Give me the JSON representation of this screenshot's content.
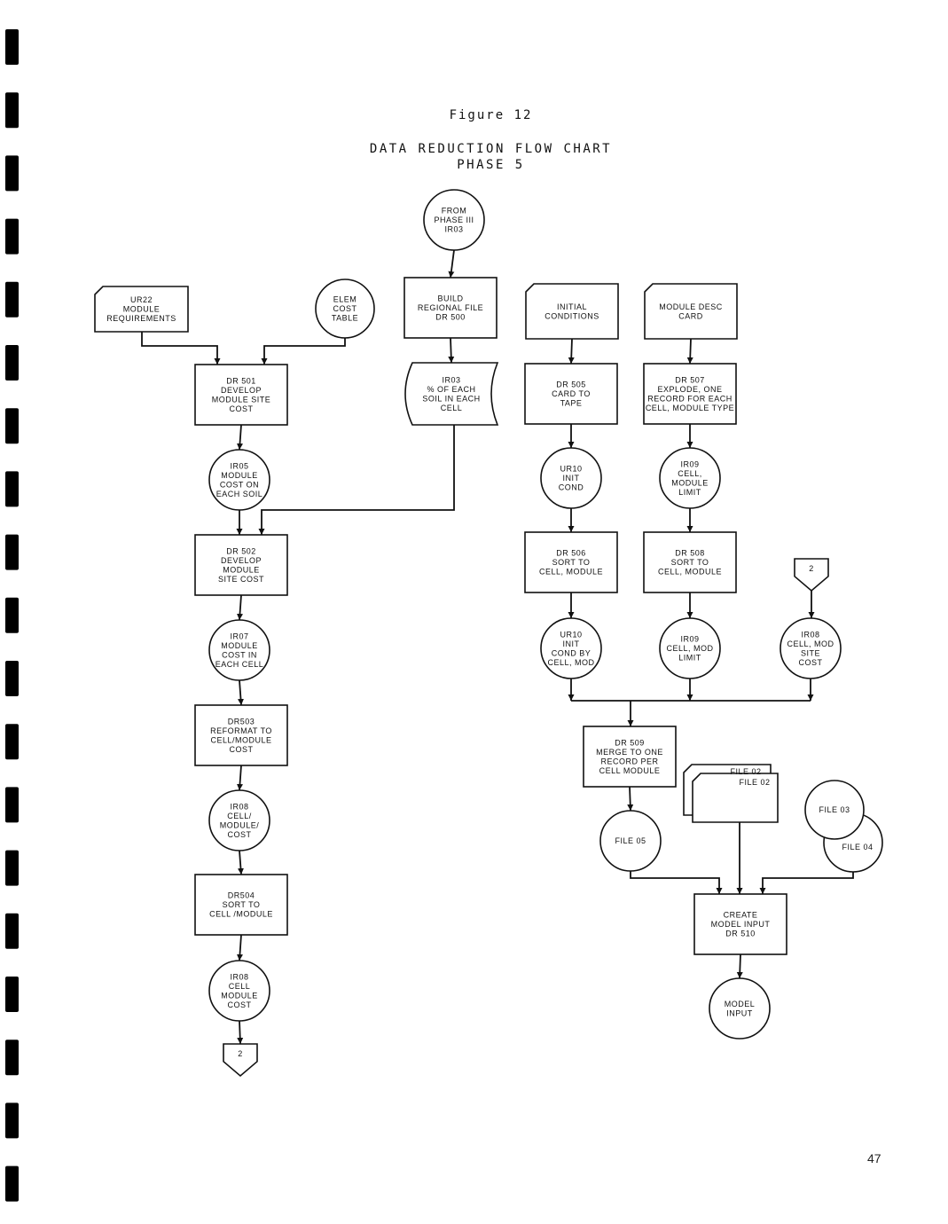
{
  "header": {
    "figure": "Figure 12",
    "title": "DATA REDUCTION FLOW CHART",
    "subtitle": "PHASE 5"
  },
  "page_number": "47",
  "nodes": {
    "ur22": {
      "type": "card",
      "lines": [
        "UR22",
        "MODULE",
        "REQUIREMENTS"
      ]
    },
    "elem_cost": {
      "type": "circle",
      "lines": [
        "ELEM",
        "COST",
        "TABLE"
      ]
    },
    "from_phase3": {
      "type": "circle",
      "lines": [
        "FROM",
        "PHASE III",
        "IR03"
      ]
    },
    "dr500": {
      "type": "process",
      "lines": [
        "BUILD",
        "REGIONAL FILE",
        "DR 500"
      ]
    },
    "ir03": {
      "type": "tape",
      "lines": [
        "IR03",
        "% OF EACH",
        "SOIL IN EACH",
        "CELL"
      ]
    },
    "dr501": {
      "type": "process",
      "lines": [
        "DR 501",
        "DEVELOP",
        "MODULE SITE",
        "COST"
      ]
    },
    "ir05": {
      "type": "circle",
      "lines": [
        "IR05",
        "MODULE",
        "COST ON",
        "EACH SOIL"
      ]
    },
    "dr502": {
      "type": "process",
      "lines": [
        "DR 502",
        "DEVELOP",
        "MODULE",
        "SITE COST"
      ]
    },
    "ir07": {
      "type": "circle",
      "lines": [
        "IR07",
        "MODULE",
        "COST IN",
        "EACH CELL"
      ]
    },
    "dr503": {
      "type": "process",
      "lines": [
        "DR503",
        "REFORMAT TO",
        "CELL/MODULE",
        "COST"
      ]
    },
    "ir08a": {
      "type": "circle",
      "lines": [
        "IR08",
        "CELL/",
        "MODULE/",
        "COST"
      ]
    },
    "dr504": {
      "type": "process",
      "lines": [
        "DR504",
        "SORT TO",
        "CELL /MODULE"
      ]
    },
    "ir08b": {
      "type": "circle",
      "lines": [
        "IR08",
        "CELL",
        "MODULE",
        "COST"
      ]
    },
    "conn_out": {
      "type": "offpage",
      "lines": [
        "2"
      ]
    },
    "initial_cond": {
      "type": "card",
      "lines": [
        "INITIAL",
        "CONDITIONS"
      ]
    },
    "module_desc": {
      "type": "card",
      "lines": [
        "MODULE DESC",
        "CARD"
      ]
    },
    "dr505": {
      "type": "process",
      "lines": [
        "DR 505",
        "CARD TO",
        "TAPE"
      ]
    },
    "dr507": {
      "type": "process",
      "lines": [
        "DR 507",
        "EXPLODE, ONE",
        "RECORD FOR EACH",
        "CELL, MODULE TYPE"
      ]
    },
    "ur10a": {
      "type": "circle",
      "lines": [
        "UR10",
        "INIT",
        "COND"
      ]
    },
    "ir09a": {
      "type": "circle",
      "lines": [
        "IR09",
        "CELL,",
        "MODULE",
        "LIMIT"
      ]
    },
    "dr506": {
      "type": "process",
      "lines": [
        "DR 506",
        "SORT TO",
        "CELL, MODULE"
      ]
    },
    "dr508": {
      "type": "process",
      "lines": [
        "DR 508",
        "SORT TO",
        "CELL, MODULE"
      ]
    },
    "conn_in": {
      "type": "offpage",
      "lines": [
        "2"
      ]
    },
    "ur10b": {
      "type": "circle",
      "lines": [
        "UR10",
        "INIT",
        "COND BY",
        "CELL, MOD"
      ]
    },
    "ir09b": {
      "type": "circle",
      "lines": [
        "IR09",
        "CELL, MOD",
        "LIMIT"
      ]
    },
    "ir08c": {
      "type": "circle",
      "lines": [
        "IR08",
        "CELL, MOD",
        "SITE",
        "COST"
      ]
    },
    "dr509": {
      "type": "process",
      "lines": [
        "DR 509",
        "MERGE TO ONE",
        "RECORD PER",
        "CELL MODULE"
      ]
    },
    "file02": {
      "type": "card-stack",
      "lines": [
        "FILE 02",
        "FILE 02"
      ]
    },
    "file03_04": {
      "type": "circle-pair",
      "lines": [
        "FILE 03",
        "FILE 04"
      ]
    },
    "file05": {
      "type": "circle",
      "lines": [
        "FILE 05"
      ]
    },
    "dr510": {
      "type": "process",
      "lines": [
        "CREATE",
        "MODEL INPUT",
        "DR 510"
      ]
    },
    "model_input": {
      "type": "circle",
      "lines": [
        "MODEL",
        "INPUT"
      ]
    }
  },
  "edges": [
    [
      "from_phase3",
      "dr500"
    ],
    [
      "dr500",
      "ir03"
    ],
    [
      "ur22",
      "dr501"
    ],
    [
      "elem_cost",
      "dr501"
    ],
    [
      "dr501",
      "ir05"
    ],
    [
      "ir05",
      "dr502"
    ],
    [
      "ir03",
      "dr502"
    ],
    [
      "dr502",
      "ir07"
    ],
    [
      "ir07",
      "dr503"
    ],
    [
      "dr503",
      "ir08a"
    ],
    [
      "ir08a",
      "dr504"
    ],
    [
      "dr504",
      "ir08b"
    ],
    [
      "ir08b",
      "conn_out"
    ],
    [
      "initial_cond",
      "dr505"
    ],
    [
      "dr505",
      "ur10a"
    ],
    [
      "ur10a",
      "dr506"
    ],
    [
      "dr506",
      "ur10b"
    ],
    [
      "module_desc",
      "dr507"
    ],
    [
      "dr507",
      "ir09a"
    ],
    [
      "ir09a",
      "dr508"
    ],
    [
      "dr508",
      "ir09b"
    ],
    [
      "conn_in",
      "ir08c"
    ],
    [
      "ur10b",
      "dr509"
    ],
    [
      "ir09b",
      "dr509"
    ],
    [
      "ir08c",
      "dr509"
    ],
    [
      "dr509",
      "file05"
    ],
    [
      "file05",
      "dr510"
    ],
    [
      "file02",
      "dr510"
    ],
    [
      "file03_04",
      "dr510"
    ],
    [
      "dr510",
      "model_input"
    ]
  ]
}
